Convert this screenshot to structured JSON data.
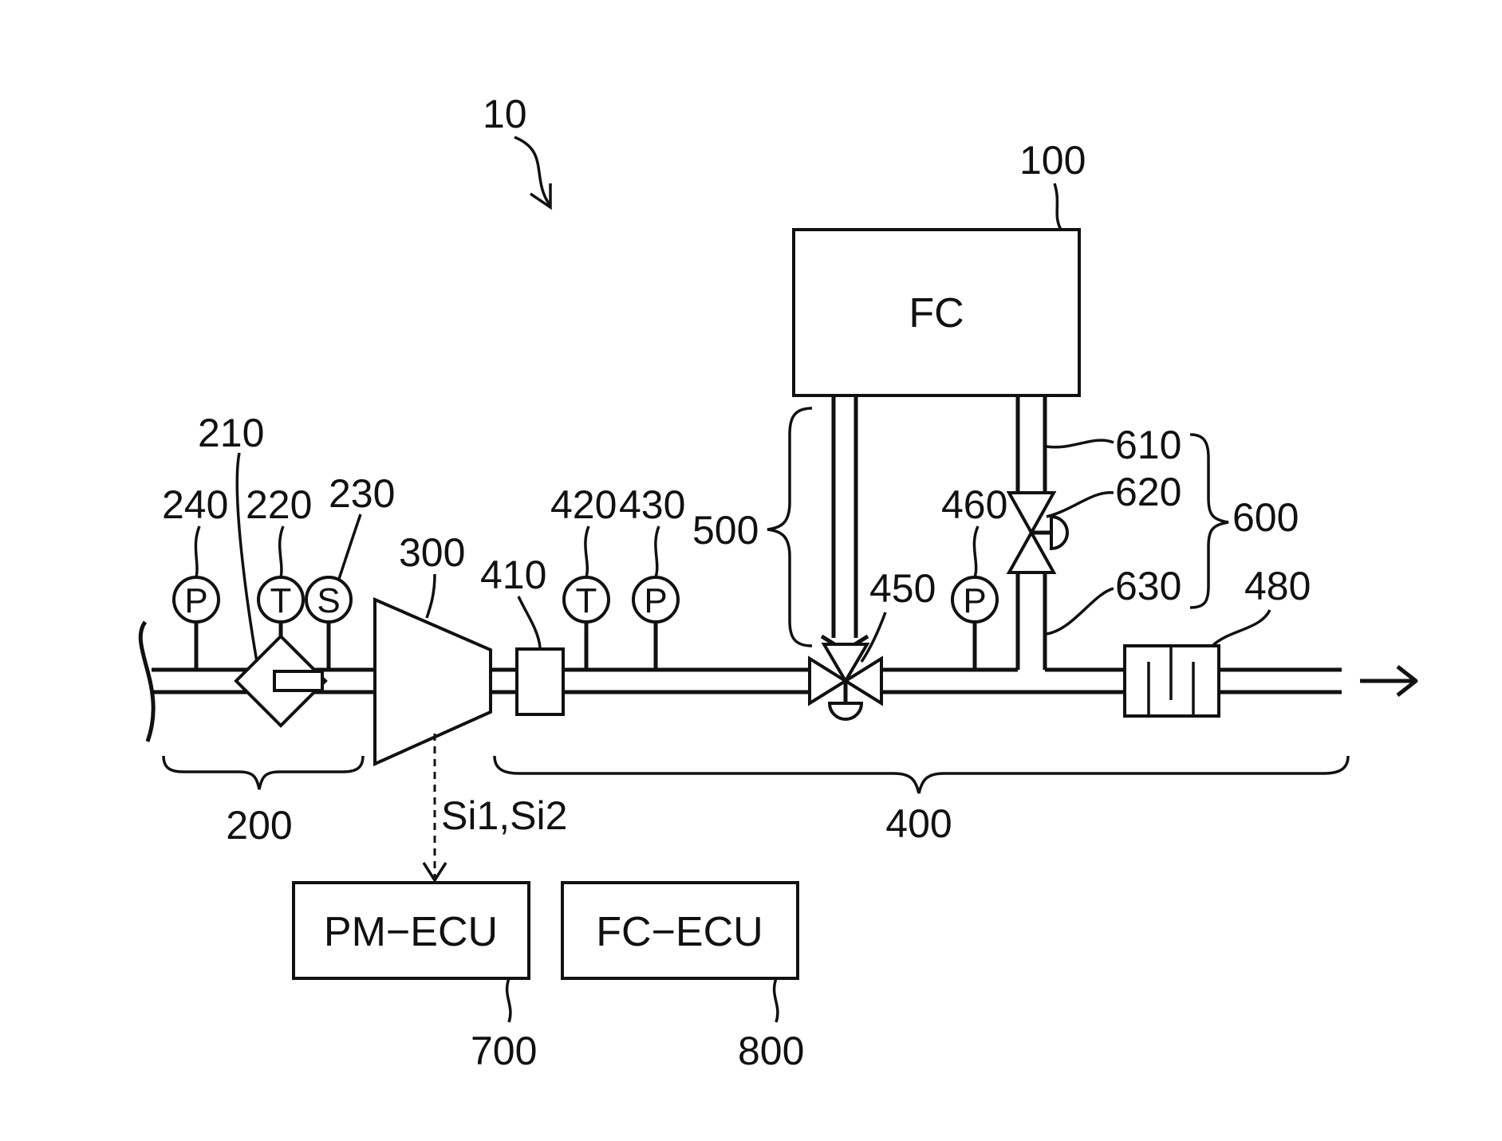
{
  "figure_label": "10",
  "components": {
    "fuel_cell": {
      "ref": "100",
      "label": "FC"
    },
    "intake_section": {
      "ref": "200"
    },
    "air_cleaner": {
      "ref": "210"
    },
    "temp_sensor_intake": {
      "ref": "220",
      "symbol": "T"
    },
    "flow_sensor": {
      "ref": "230",
      "symbol": "S"
    },
    "pressure_sensor_intake": {
      "ref": "240",
      "symbol": "P"
    },
    "compressor": {
      "ref": "300"
    },
    "supply_section": {
      "ref": "400"
    },
    "intercooler": {
      "ref": "410"
    },
    "temp_sensor_supply": {
      "ref": "420",
      "symbol": "T"
    },
    "pressure_sensor_supply": {
      "ref": "430",
      "symbol": "P"
    },
    "three_way_valve": {
      "ref": "450"
    },
    "pressure_sensor_bypass": {
      "ref": "460",
      "symbol": "P"
    },
    "muffler": {
      "ref": "480"
    },
    "cathode_supply_path": {
      "ref": "500"
    },
    "exhaust_section": {
      "ref": "600"
    },
    "exhaust_pipe": {
      "ref": "610"
    },
    "pressure_regulating_valve": {
      "ref": "620"
    },
    "exhaust_junction": {
      "ref": "630"
    },
    "pm_ecu": {
      "ref": "700",
      "label": "PM−ECU"
    },
    "fc_ecu": {
      "ref": "800",
      "label": "FC−ECU"
    }
  },
  "signals": {
    "label": "Si1,Si2"
  }
}
